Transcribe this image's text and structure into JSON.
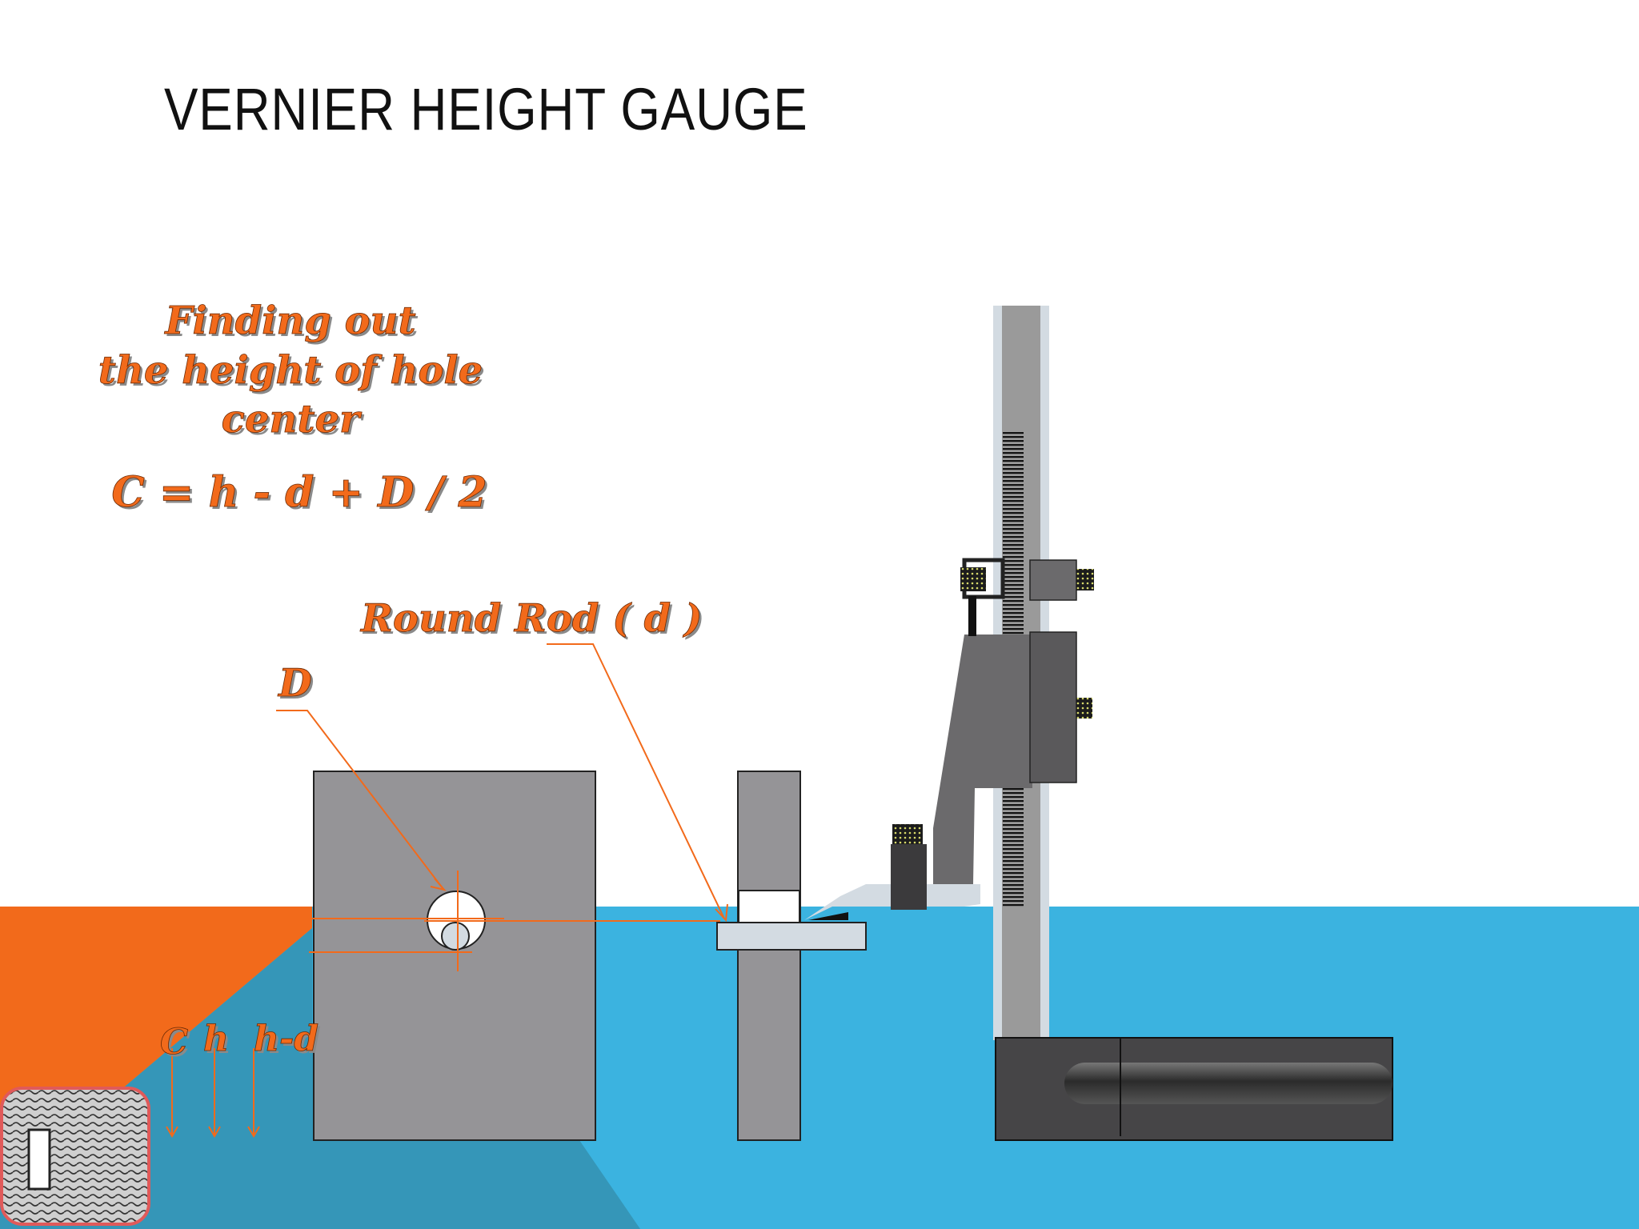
{
  "slide": {
    "title": "VERNIER HEIGHT GAUGE"
  },
  "caption": {
    "lines": [
      "Finding out",
      "the height of hole",
      "center"
    ],
    "formula": "C = h - d + D / 2"
  },
  "labels": {
    "round_rod": "Round Rod ( d )",
    "hole_diameter": "D",
    "c": "C",
    "h": "h",
    "h_minus_d": "h-d"
  },
  "colors": {
    "accent_orange": "#f26a1b",
    "floor_blue": "#3bb3e0",
    "floor_dark_blue": "#3596b8",
    "workpiece_gray": "#959497",
    "gauge_dark": "#464547"
  },
  "icons": {
    "corner": "navigation-button-icon"
  }
}
